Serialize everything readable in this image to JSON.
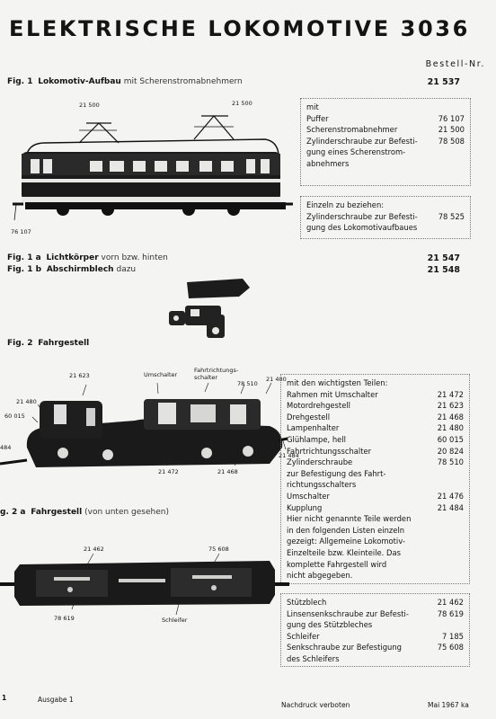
{
  "title": "ELEKTRISCHE LOKOMOTIVE 3036",
  "bestell_nr_label": "Bestell-Nr.",
  "fig1": {
    "label": "Fig. 1",
    "title": "Lokomotiv-Aufbau",
    "subtitle": "mit Scherenstromabnehmern",
    "number": "21 537",
    "callouts": [
      "21 500",
      "21 500",
      "76 107"
    ],
    "box1": {
      "lines": [
        {
          "text": "mit",
          "code": ""
        },
        {
          "text": "Puffer",
          "code": "76 107"
        },
        {
          "text": "Scherenstromabnehmer",
          "code": "21 500"
        },
        {
          "text": "Zylinderschraube zur Befesti-",
          "code": "78 508"
        },
        {
          "text": "gung eines Scherenstrom-",
          "code": ""
        },
        {
          "text": "abnehmers",
          "code": ""
        }
      ]
    },
    "box2": {
      "lines": [
        {
          "text": "Einzeln zu beziehen:",
          "code": ""
        },
        {
          "text": "Zylinderschraube zur Befesti-",
          "code": "78 525"
        },
        {
          "text": "gung des Lokomotivaufbaues",
          "code": ""
        }
      ]
    }
  },
  "fig1a": {
    "label": "Fig. 1 a",
    "title": "Lichtkörper",
    "subtitle": "vorn bzw. hinten",
    "number": "21 547"
  },
  "fig1b": {
    "label": "Fig. 1 b",
    "title": "Abschirmblech",
    "subtitle": "dazu",
    "number": "21 548"
  },
  "fig2": {
    "label": "Fig. 2",
    "title": "Fahrgestell",
    "callouts": [
      "21 623",
      "Umschalter",
      "Fahrtrichtungs-",
      "schalter",
      "78 510",
      "21 480",
      "21 480",
      "60 015",
      "484",
      "21 472",
      "21 468",
      "21 484"
    ],
    "box": {
      "lines": [
        {
          "text": "mit den wichtigsten Teilen:",
          "code": ""
        },
        {
          "text": "Rahmen mit Umschalter",
          "code": "21 472"
        },
        {
          "text": "Motordrehgestell",
          "code": "21 623"
        },
        {
          "text": "Drehgestell",
          "code": "21 468"
        },
        {
          "text": "Lampenhalter",
          "code": "21 480"
        },
        {
          "text": "Glühlampe, hell",
          "code": "60 015"
        },
        {
          "text": "Fahrtrichtungsschalter",
          "code": "20 824"
        },
        {
          "text": "Zylinderschraube",
          "code": "78 510"
        },
        {
          "text": "zur Befestigung des Fahrt-",
          "code": ""
        },
        {
          "text": "richtungsschalters",
          "code": ""
        },
        {
          "text": "Umschalter",
          "code": "21 476"
        },
        {
          "text": "Kupplung",
          "code": "21 484"
        },
        {
          "text": "Hier nicht genannte Teile werden",
          "code": ""
        },
        {
          "text": "in den folgenden Listen einzeln",
          "code": ""
        },
        {
          "text": "gezeigt: Allgemeine Lokomotiv-",
          "code": ""
        },
        {
          "text": "Einzelteile bzw. Kleinteile. Das",
          "code": ""
        },
        {
          "text": "komplette Fahrgestell wird",
          "code": ""
        },
        {
          "text": "nicht abgegeben.",
          "code": ""
        }
      ]
    }
  },
  "fig2a": {
    "label": "g. 2 a",
    "title": "Fahrgestell",
    "subtitle": "(von unten gesehen)",
    "callouts": [
      "21 462",
      "75 608",
      "78 619",
      "Schleifer"
    ],
    "box": {
      "lines": [
        {
          "text": "Stützblech",
          "code": "21 462"
        },
        {
          "text": "Linsensenkschraube zur Befesti-",
          "code": "78 619"
        },
        {
          "text": "gung des Stützbleches",
          "code": ""
        },
        {
          "text": "Schleifer",
          "code": "7 185"
        },
        {
          "text": "Senkschraube zur Befestigung",
          "code": "75 608"
        },
        {
          "text": "des Schleifers",
          "code": ""
        }
      ]
    }
  },
  "footer": {
    "page": "1",
    "ausgabe": "Ausgabe 1",
    "nachdruck": "Nachdruck verboten",
    "date": "Mai 1967 ka"
  },
  "colors": {
    "ink": "#141414",
    "paper": "#f4f4f2",
    "box_border": "#777777"
  }
}
